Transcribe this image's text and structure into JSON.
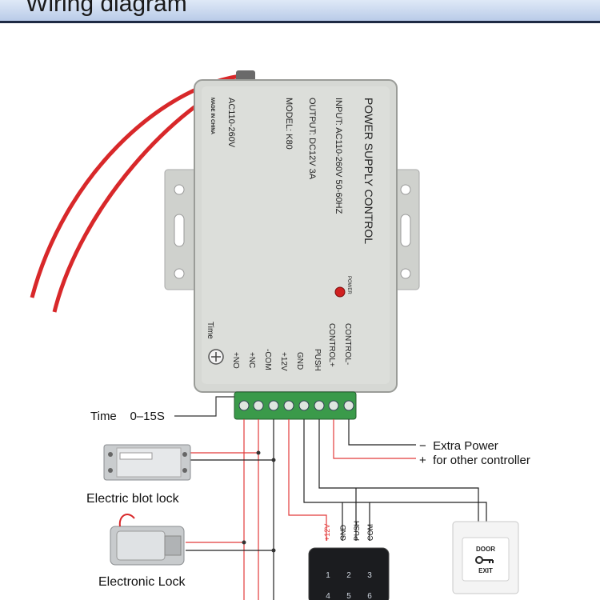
{
  "header": {
    "title": "Wiring diagram"
  },
  "power_supply": {
    "title": "POWER SUPPLY CONTROL",
    "input": "INPUT: AC110-260V 50-60HZ",
    "output": "OUTPUT: DC12V 3A",
    "model": "MODEL: K80",
    "ac": "AC110-260V",
    "made_in": "MADE IN CHINA",
    "power_led_label": "POWER",
    "time_label": "Time",
    "terminals": [
      "CONTROL-",
      "CONTROL+",
      "PUSH",
      "GND",
      "+12V",
      "-COM",
      "+NC",
      "+NO"
    ]
  },
  "labels": {
    "time_range": "Time    0–15S",
    "extra_power_minus": "−  Extra Power",
    "extra_power_plus": "+  for other controller",
    "blot_lock": "Electric blot lock",
    "electronic_lock": "Electronic Lock",
    "door_exit_top": "DOOR",
    "door_exit_bottom": "EXIT"
  },
  "keypad": {
    "labels": [
      "+12V",
      "GND",
      "PUSH",
      "COM"
    ],
    "keys": [
      "1",
      "2",
      "3",
      "4",
      "5",
      "6"
    ]
  },
  "colors": {
    "wire_red": "#e23b3b",
    "wire_black": "#222222",
    "terminal_green": "#3a9a4a",
    "box": "#d4d6d2"
  }
}
